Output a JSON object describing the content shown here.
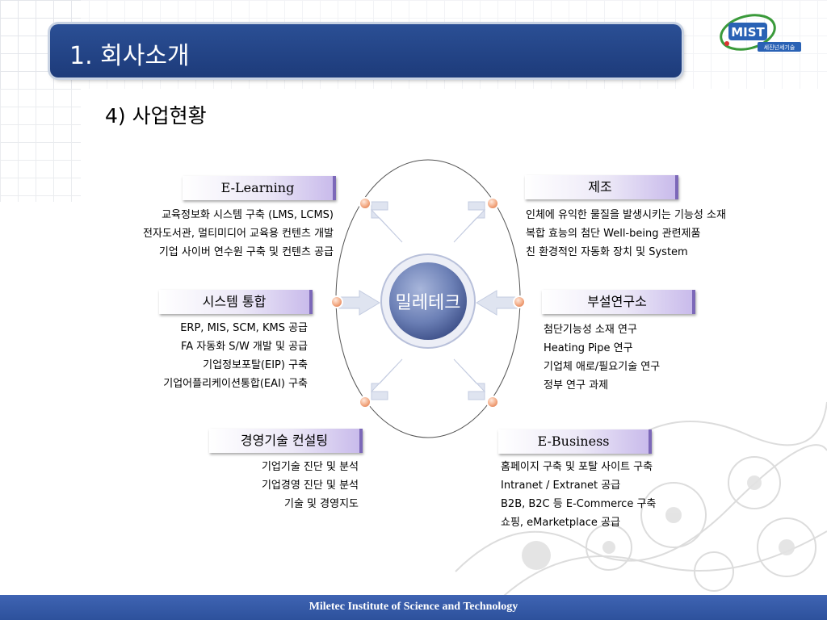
{
  "header": {
    "title": "1. 회사소개",
    "logo_text": "MIST",
    "logo_subtext": "세진넌세기술"
  },
  "subtitle": "4) 사업현황",
  "center_label": "밀레테크",
  "sections": {
    "elearning": {
      "label": "E-Learning",
      "lines": [
        "교육정보화 시스템 구축 (LMS, LCMS)",
        "전자도서관, 멀티미디어 교육용 컨텐츠 개발",
        "기업 사이버 연수원 구축 및 컨텐츠 공급"
      ]
    },
    "manufacturing": {
      "label": "제조",
      "lines": [
        "인체에 유익한 물질을 발생시키는 기능성 소재",
        "복합 효능의 첨단 Well-being 관련제품",
        "친 환경적인 자동화 장치 및 System"
      ]
    },
    "system": {
      "label": "시스템 통합",
      "lines": [
        "ERP, MIS, SCM, KMS 공급",
        "FA 자동화 S/W 개발 및 공급",
        "기업정보포탈(EIP) 구축",
        "기업어플리케이션통합(EAI) 구축"
      ]
    },
    "lab": {
      "label": "부설연구소",
      "lines": [
        "첨단기능성 소재 연구",
        "Heating Pipe 연구",
        "기업체 애로/필요기술 연구",
        "정부 연구 과제"
      ]
    },
    "consulting": {
      "label": "경영기술 컨설팅",
      "lines": [
        "기업기술 진단 및 분석",
        "기업경영 진단 및 분석",
        "기술 및 경영지도"
      ]
    },
    "ebusiness": {
      "label": "E-Business",
      "lines": [
        "홈페이지 구축 및 포탈 사이트 구축",
        "Intranet / Extranet 공급",
        "B2B, B2C 등 E-Commerce 구축",
        "쇼핑, eMarketplace 공급"
      ]
    }
  },
  "footer": "Miletec Institute of Science and Technology",
  "colors": {
    "title_bar": "#1d3b7a",
    "footer": "#2d519c",
    "label_accent": "#7c68b8",
    "node": "#e8956a",
    "center": "#6c80b6"
  }
}
